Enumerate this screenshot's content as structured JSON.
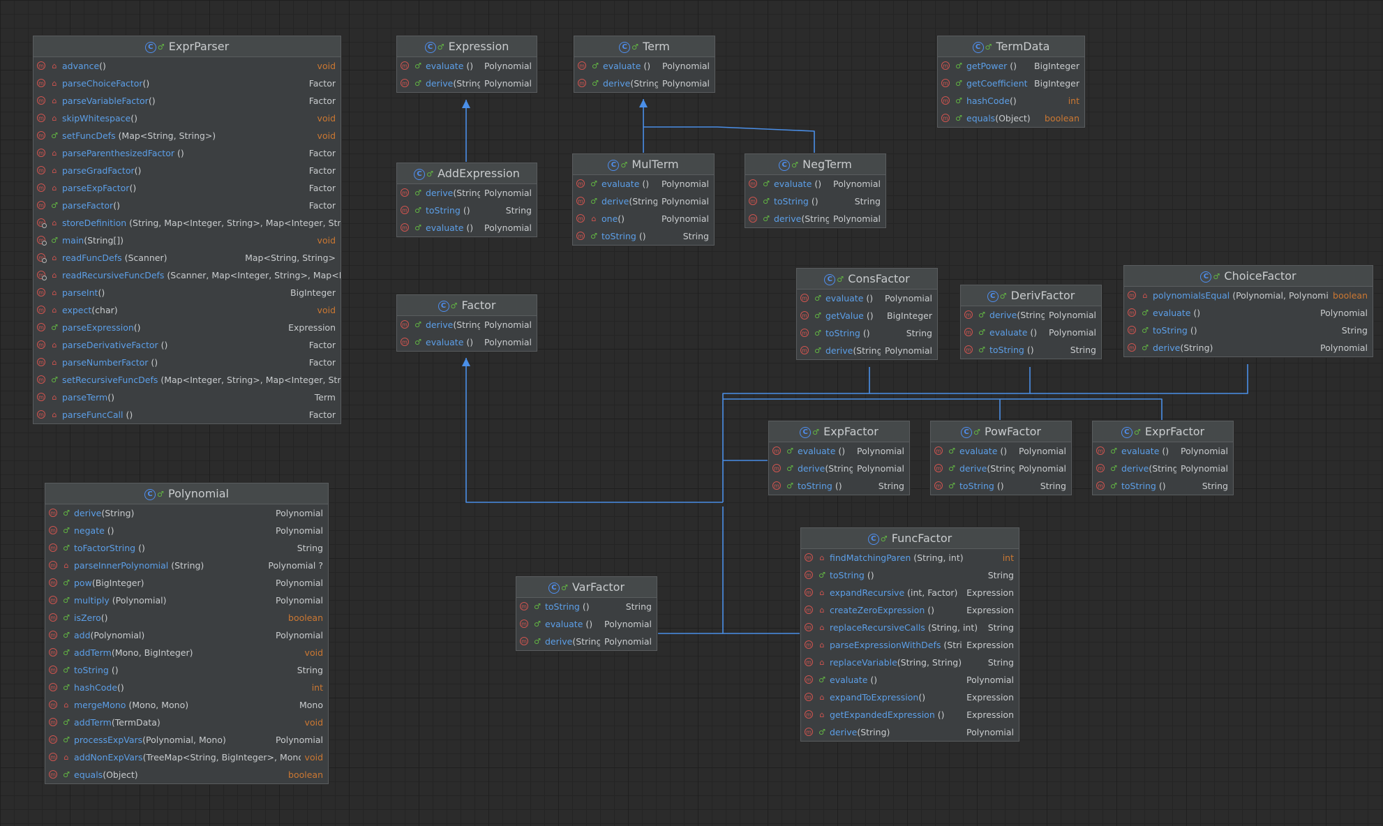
{
  "colors": {
    "edge": "#4a8fe8",
    "method_name": "#5c9fe8",
    "keyword_type": "#cc7832",
    "class_icon": "#4f8ff0"
  },
  "icons": {
    "class": "class-icon",
    "method": "method-icon",
    "public": "public-icon",
    "private": "private-icon"
  },
  "classes": [
    {
      "id": "ExprParser",
      "name": "ExprParser",
      "methods": [
        {
          "n": "advance",
          "p": "()",
          "r": "void",
          "v": "private"
        },
        {
          "n": "parseChoiceFactor",
          "p": "()",
          "r": "Factor",
          "v": "private"
        },
        {
          "n": "parseVariableFactor",
          "p": "()",
          "r": "Factor",
          "v": "private"
        },
        {
          "n": "skipWhitespace",
          "p": "()",
          "r": "void",
          "v": "private"
        },
        {
          "n": "setFuncDefs",
          "p": " (Map<String, String>)",
          "r": "void",
          "v": "public"
        },
        {
          "n": "parseParenthesizedFactor",
          "p": " ()",
          "r": "Factor",
          "v": "private"
        },
        {
          "n": "parseGradFactor",
          "p": "()",
          "r": "Factor",
          "v": "private"
        },
        {
          "n": "parseExpFactor",
          "p": "()",
          "r": "Factor",
          "v": "private"
        },
        {
          "n": "parseFactor",
          "p": "()",
          "r": "Factor",
          "v": "public"
        },
        {
          "n": "storeDefinition",
          "p": " (String, Map<Integer, String>, Map<Integer, String",
          "r": "",
          "v": "private",
          "s": true
        },
        {
          "n": "main",
          "p": "(String[])",
          "r": "void",
          "v": "public",
          "s": true
        },
        {
          "n": "readFuncDefs",
          "p": " (Scanner)",
          "r": "Map<String, String>",
          "v": "private",
          "s": true
        },
        {
          "n": "readRecursiveFuncDefs",
          "p": " (Scanner, Map<Integer, String>, Map<Inte",
          "r": "",
          "v": "private",
          "s": true
        },
        {
          "n": "parseInt",
          "p": "()",
          "r": "BigInteger",
          "v": "private"
        },
        {
          "n": "expect",
          "p": "(char)",
          "r": "void",
          "v": "private"
        },
        {
          "n": "parseExpression",
          "p": "()",
          "r": "Expression",
          "v": "public"
        },
        {
          "n": "parseDerivativeFactor",
          "p": " ()",
          "r": "Factor",
          "v": "private"
        },
        {
          "n": "parseNumberFactor",
          "p": " ()",
          "r": "Factor",
          "v": "private"
        },
        {
          "n": "setRecursiveFuncDefs",
          "p": " (Map<Integer, String>, Map<Integer, String",
          "r": "",
          "v": "public"
        },
        {
          "n": "parseTerm",
          "p": "()",
          "r": "Term",
          "v": "private"
        },
        {
          "n": "parseFuncCall",
          "p": " ()",
          "r": "Factor",
          "v": "private"
        }
      ]
    },
    {
      "id": "Expression",
      "name": "Expression",
      "methods": [
        {
          "n": "evaluate",
          "p": " ()",
          "r": "Polynomial",
          "v": "public"
        },
        {
          "n": "derive",
          "p": "(String)",
          "r": "Polynomial",
          "v": "public"
        }
      ]
    },
    {
      "id": "Term",
      "name": "Term",
      "methods": [
        {
          "n": "evaluate",
          "p": " ()",
          "r": "Polynomial",
          "v": "public"
        },
        {
          "n": "derive",
          "p": "(String)",
          "r": "Polynomial",
          "v": "public"
        }
      ]
    },
    {
      "id": "TermData",
      "name": "TermData",
      "methods": [
        {
          "n": "getPower",
          "p": " ()",
          "r": "BigInteger",
          "v": "public"
        },
        {
          "n": "getCoefficient",
          "p": " ()",
          "r": "BigInteger",
          "v": "public"
        },
        {
          "n": "hashCode",
          "p": "()",
          "r": "int",
          "v": "public"
        },
        {
          "n": "equals",
          "p": "(Object)",
          "r": "boolean",
          "v": "public"
        }
      ]
    },
    {
      "id": "AddExpression",
      "name": "AddExpression",
      "methods": [
        {
          "n": "derive",
          "p": "(String)",
          "r": "Polynomial",
          "v": "public"
        },
        {
          "n": "toString",
          "p": " ()",
          "r": "String",
          "v": "public"
        },
        {
          "n": "evaluate",
          "p": " ()",
          "r": "Polynomial",
          "v": "public"
        }
      ]
    },
    {
      "id": "MulTerm",
      "name": "MulTerm",
      "methods": [
        {
          "n": "evaluate",
          "p": " ()",
          "r": "Polynomial",
          "v": "public"
        },
        {
          "n": "derive",
          "p": "(String)",
          "r": "Polynomial",
          "v": "public"
        },
        {
          "n": "one",
          "p": "()",
          "r": "Polynomial",
          "v": "private"
        },
        {
          "n": "toString",
          "p": " ()",
          "r": "String",
          "v": "public"
        }
      ]
    },
    {
      "id": "NegTerm",
      "name": "NegTerm",
      "methods": [
        {
          "n": "evaluate",
          "p": " ()",
          "r": "Polynomial",
          "v": "public"
        },
        {
          "n": "toString",
          "p": " ()",
          "r": "String",
          "v": "public"
        },
        {
          "n": "derive",
          "p": "(String)",
          "r": "Polynomial",
          "v": "public"
        }
      ]
    },
    {
      "id": "Factor",
      "name": "Factor",
      "methods": [
        {
          "n": "derive",
          "p": "(String)",
          "r": "Polynomial",
          "v": "public"
        },
        {
          "n": "evaluate",
          "p": " ()",
          "r": "Polynomial",
          "v": "public"
        }
      ]
    },
    {
      "id": "ConsFactor",
      "name": "ConsFactor",
      "methods": [
        {
          "n": "evaluate",
          "p": " ()",
          "r": "Polynomial",
          "v": "public"
        },
        {
          "n": "getValue",
          "p": " ()",
          "r": "BigInteger",
          "v": "public"
        },
        {
          "n": "toString",
          "p": " ()",
          "r": "String",
          "v": "public"
        },
        {
          "n": "derive",
          "p": "(String)",
          "r": "Polynomial",
          "v": "public"
        }
      ]
    },
    {
      "id": "DerivFactor",
      "name": "DerivFactor",
      "methods": [
        {
          "n": "derive",
          "p": "(String)",
          "r": "Polynomial",
          "v": "public"
        },
        {
          "n": "evaluate",
          "p": " ()",
          "r": "Polynomial",
          "v": "public"
        },
        {
          "n": "toString",
          "p": " ()",
          "r": "String",
          "v": "public"
        }
      ]
    },
    {
      "id": "ChoiceFactor",
      "name": "ChoiceFactor",
      "methods": [
        {
          "n": "polynomialsEqual",
          "p": " (Polynomial, Polynomial)",
          "r": "boolean",
          "v": "private"
        },
        {
          "n": "evaluate",
          "p": " ()",
          "r": "Polynomial",
          "v": "public"
        },
        {
          "n": "toString",
          "p": " ()",
          "r": "String",
          "v": "public"
        },
        {
          "n": "derive",
          "p": "(String)",
          "r": "Polynomial",
          "v": "public"
        }
      ]
    },
    {
      "id": "ExpFactor",
      "name": "ExpFactor",
      "methods": [
        {
          "n": "evaluate",
          "p": " ()",
          "r": "Polynomial",
          "v": "public"
        },
        {
          "n": "derive",
          "p": "(String)",
          "r": "Polynomial",
          "v": "public"
        },
        {
          "n": "toString",
          "p": " ()",
          "r": "String",
          "v": "public"
        }
      ]
    },
    {
      "id": "PowFactor",
      "name": "PowFactor",
      "methods": [
        {
          "n": "evaluate",
          "p": " ()",
          "r": "Polynomial",
          "v": "public"
        },
        {
          "n": "derive",
          "p": "(String)",
          "r": "Polynomial",
          "v": "public"
        },
        {
          "n": "toString",
          "p": " ()",
          "r": "String",
          "v": "public"
        }
      ]
    },
    {
      "id": "ExprFactor",
      "name": "ExprFactor",
      "methods": [
        {
          "n": "evaluate",
          "p": " ()",
          "r": "Polynomial",
          "v": "public"
        },
        {
          "n": "derive",
          "p": "(String)",
          "r": "Polynomial",
          "v": "public"
        },
        {
          "n": "toString",
          "p": " ()",
          "r": "String",
          "v": "public"
        }
      ]
    },
    {
      "id": "Polynomial",
      "name": "Polynomial",
      "methods": [
        {
          "n": "derive",
          "p": "(String)",
          "r": "Polynomial",
          "v": "public"
        },
        {
          "n": "negate",
          "p": " ()",
          "r": "Polynomial",
          "v": "public"
        },
        {
          "n": "toFactorString",
          "p": " ()",
          "r": "String",
          "v": "public"
        },
        {
          "n": "parseInnerPolynomial",
          "p": " (String)",
          "r": "Polynomial ?",
          "v": "private"
        },
        {
          "n": "pow",
          "p": "(BigInteger)",
          "r": "Polynomial",
          "v": "public"
        },
        {
          "n": "multiply",
          "p": " (Polynomial)",
          "r": "Polynomial",
          "v": "public"
        },
        {
          "n": "isZero",
          "p": "()",
          "r": "boolean",
          "v": "public"
        },
        {
          "n": "add",
          "p": "(Polynomial)",
          "r": "Polynomial",
          "v": "public"
        },
        {
          "n": "addTerm",
          "p": "(Mono, BigInteger)",
          "r": "void",
          "v": "public"
        },
        {
          "n": "toString",
          "p": " ()",
          "r": "String",
          "v": "public"
        },
        {
          "n": "hashCode",
          "p": "()",
          "r": "int",
          "v": "public"
        },
        {
          "n": "mergeMono",
          "p": " (Mono, Mono)",
          "r": "Mono",
          "v": "private"
        },
        {
          "n": "addTerm",
          "p": "(TermData)",
          "r": "void",
          "v": "public"
        },
        {
          "n": "processExpVars",
          "p": "(Polynomial, Mono)",
          "r": "Polynomial",
          "v": "public"
        },
        {
          "n": "addNonExpVars",
          "p": "(TreeMap<String, BigInteger>, Mono)",
          "r": "void",
          "v": "private"
        },
        {
          "n": "equals",
          "p": "(Object)",
          "r": "boolean",
          "v": "public"
        }
      ]
    },
    {
      "id": "VarFactor",
      "name": "VarFactor",
      "methods": [
        {
          "n": "toString",
          "p": " ()",
          "r": "String",
          "v": "public"
        },
        {
          "n": "evaluate",
          "p": " ()",
          "r": "Polynomial",
          "v": "public"
        },
        {
          "n": "derive",
          "p": "(String)",
          "r": "Polynomial",
          "v": "public"
        }
      ]
    },
    {
      "id": "FuncFactor",
      "name": "FuncFactor",
      "methods": [
        {
          "n": "findMatchingParen",
          "p": " (String, int)",
          "r": "int",
          "v": "private"
        },
        {
          "n": "toString",
          "p": " ()",
          "r": "String",
          "v": "public"
        },
        {
          "n": "expandRecursive",
          "p": " (int, Factor)",
          "r": "Expression",
          "v": "private"
        },
        {
          "n": "createZeroExpression",
          "p": " ()",
          "r": "Expression",
          "v": "private"
        },
        {
          "n": "replaceRecursiveCalls",
          "p": " (String, int)",
          "r": "String",
          "v": "private"
        },
        {
          "n": "parseExpressionWithDefs",
          "p": " (String)",
          "r": "Expression",
          "v": "private"
        },
        {
          "n": "replaceVariable",
          "p": "(String, String)",
          "r": "String",
          "v": "private"
        },
        {
          "n": "evaluate",
          "p": " ()",
          "r": "Polynomial",
          "v": "public"
        },
        {
          "n": "expandToExpression",
          "p": "()",
          "r": "Expression",
          "v": "private"
        },
        {
          "n": "getExpandedExpression",
          "p": " ()",
          "r": "Expression",
          "v": "private"
        },
        {
          "n": "derive",
          "p": "(String)",
          "r": "Polynomial",
          "v": "public"
        }
      ]
    }
  ],
  "relations": [
    {
      "from": "AddExpression",
      "to": "Expression"
    },
    {
      "from": "MulTerm",
      "to": "Term"
    },
    {
      "from": "NegTerm",
      "to": "Term"
    },
    {
      "from": "ConsFactor",
      "to": "Factor"
    },
    {
      "from": "DerivFactor",
      "to": "Factor"
    },
    {
      "from": "ChoiceFactor",
      "to": "Factor"
    },
    {
      "from": "ExpFactor",
      "to": "Factor"
    },
    {
      "from": "PowFactor",
      "to": "Factor"
    },
    {
      "from": "ExprFactor",
      "to": "Factor"
    },
    {
      "from": "VarFactor",
      "to": "Factor"
    },
    {
      "from": "FuncFactor",
      "to": "Factor"
    }
  ]
}
